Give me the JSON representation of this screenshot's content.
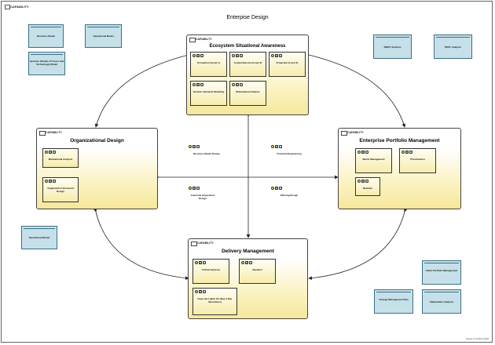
{
  "frame": {
    "tag": "CAPABILITY"
  },
  "diagram_title": "Enterpise Design",
  "footer": "Grace O Suthrik 2016",
  "capability_tag": "CAPABILITY",
  "capabilities": {
    "ecosystem": {
      "title": "Ecosystem Situational Awareness",
      "subs": [
        "Perception (Level 1)",
        "Comprehension (Level 2)",
        "Projection (Level 3)",
        "Systems Dynamic Modeling",
        "Motivational Analysis"
      ]
    },
    "organizational": {
      "title": "Organizational Design",
      "subs": [
        "Motivational Analysis",
        "Organization Structural Design"
      ]
    },
    "portfolio": {
      "title": "Enterprise Portfolio Management",
      "subs": [
        "Metric Management",
        "Prioritization",
        "NextGen"
      ]
    },
    "delivery": {
      "title": "Delivery Management",
      "subs": [
        "Critical Systems",
        "NextGen",
        "Keep the Lights On (Day 2 Day Operations)"
      ]
    }
  },
  "free_elements": [
    "Business Model Design",
    "Financial Engineering",
    "Customer Experience Design",
    "Offering Design"
  ],
  "notes": [
    "Business Model",
    "Operational Model",
    "Systems (People, Process and Technology) Model",
    "SWOT Analysis",
    "PEST Analysis",
    "Operational Model",
    "Client Portfolio Management",
    "Change Management Plan",
    "Stakeholder Analysis"
  ]
}
